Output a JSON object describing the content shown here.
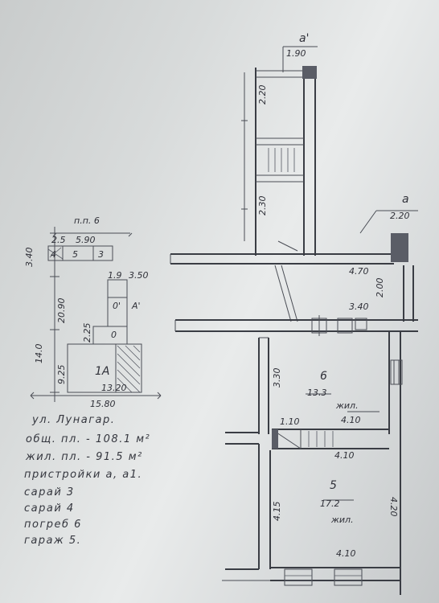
{
  "main_plan": {
    "annex_a1": {
      "label": "а'",
      "width": "1.90",
      "dim_upper": "2.20",
      "dim_lower": "2.30"
    },
    "annex_a": {
      "label": "а",
      "width": "2.20"
    },
    "corridor": {
      "dim_470": "4.70",
      "dim_200": "2.00",
      "dim_340": "3.40"
    },
    "room6": {
      "number": "6",
      "area": "13.3",
      "type": "жил.",
      "dim_left": "3.30",
      "dim_bottom": "4.10"
    },
    "step": {
      "dim": "1.10"
    },
    "room5": {
      "number": "5",
      "area": "17.2",
      "type": "жил.",
      "dim_top": "4.10",
      "dim_left": "4.15",
      "dim_right": "4.20",
      "dim_bottom": "4.10"
    }
  },
  "site_plan": {
    "header": "п.п. 6",
    "dims": [
      "3.40",
      "2.5",
      "5.90",
      "1.9",
      "3.50",
      "20.90",
      "2.25",
      "9.25",
      "14.0",
      "13.20",
      "15.80"
    ],
    "labels": [
      "4",
      "5",
      "3",
      "0'",
      "А'",
      "0",
      "1А"
    ]
  },
  "notes": [
    "ул. Лунагар.",
    "общ. пл. - 108.1 м²",
    "жил. пл. - 91.5 м²",
    "пристройки а, а1.",
    "сарай 3",
    "сарай 4",
    "погреб 6",
    "гараж 5."
  ]
}
